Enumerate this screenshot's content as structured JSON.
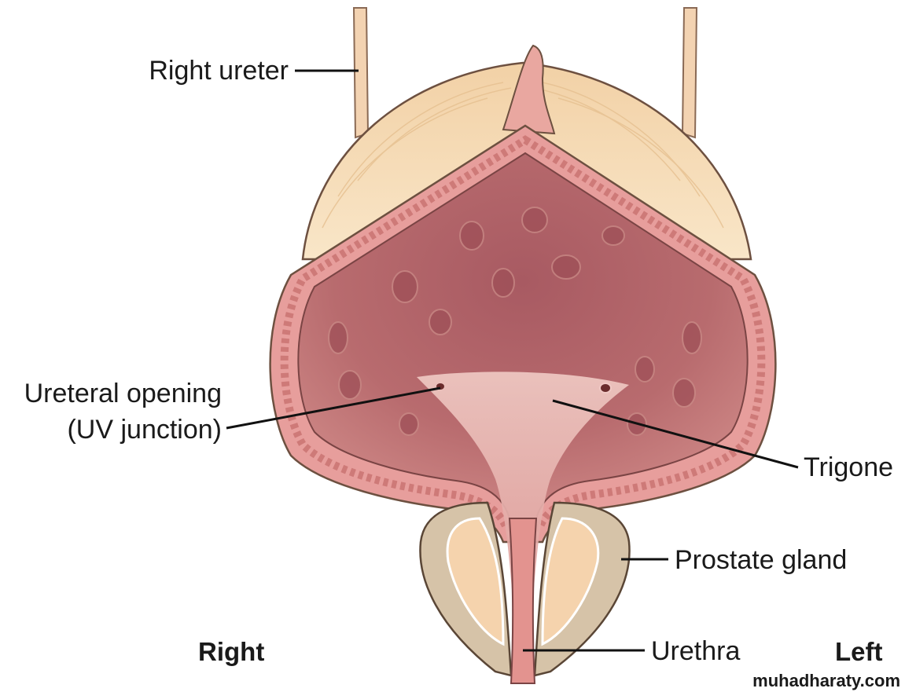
{
  "labels": {
    "right_ureter": "Right ureter",
    "ureteral_opening_line1": "Ureteral opening",
    "ureteral_opening_line2": "(UV junction)",
    "trigone": "Trigone",
    "prostate_gland": "Prostate gland",
    "urethra": "Urethra",
    "side_right": "Right",
    "side_left": "Left"
  },
  "watermark": "muhadharaty.com",
  "colors": {
    "outer_muscle": "#f6ddb8",
    "wall": "#e79e9c",
    "mucosa": "#b86b6e",
    "trigone": "#e6b6b2",
    "prostate_capsule": "#d6c3a8",
    "prostate_inner": "#f5d3ad"
  }
}
